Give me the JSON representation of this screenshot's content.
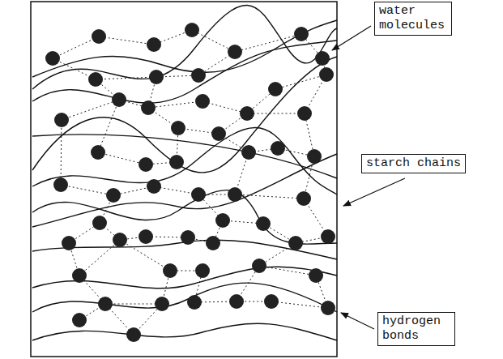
{
  "diagram": {
    "nodes": [
      {
        "text": [
          "water molecules"
        ]
      },
      {
        "text": [
          "starch chains"
        ]
      },
      {
        "text": [
          "hydrogen bonds"
        ]
      }
    ]
  }
}
